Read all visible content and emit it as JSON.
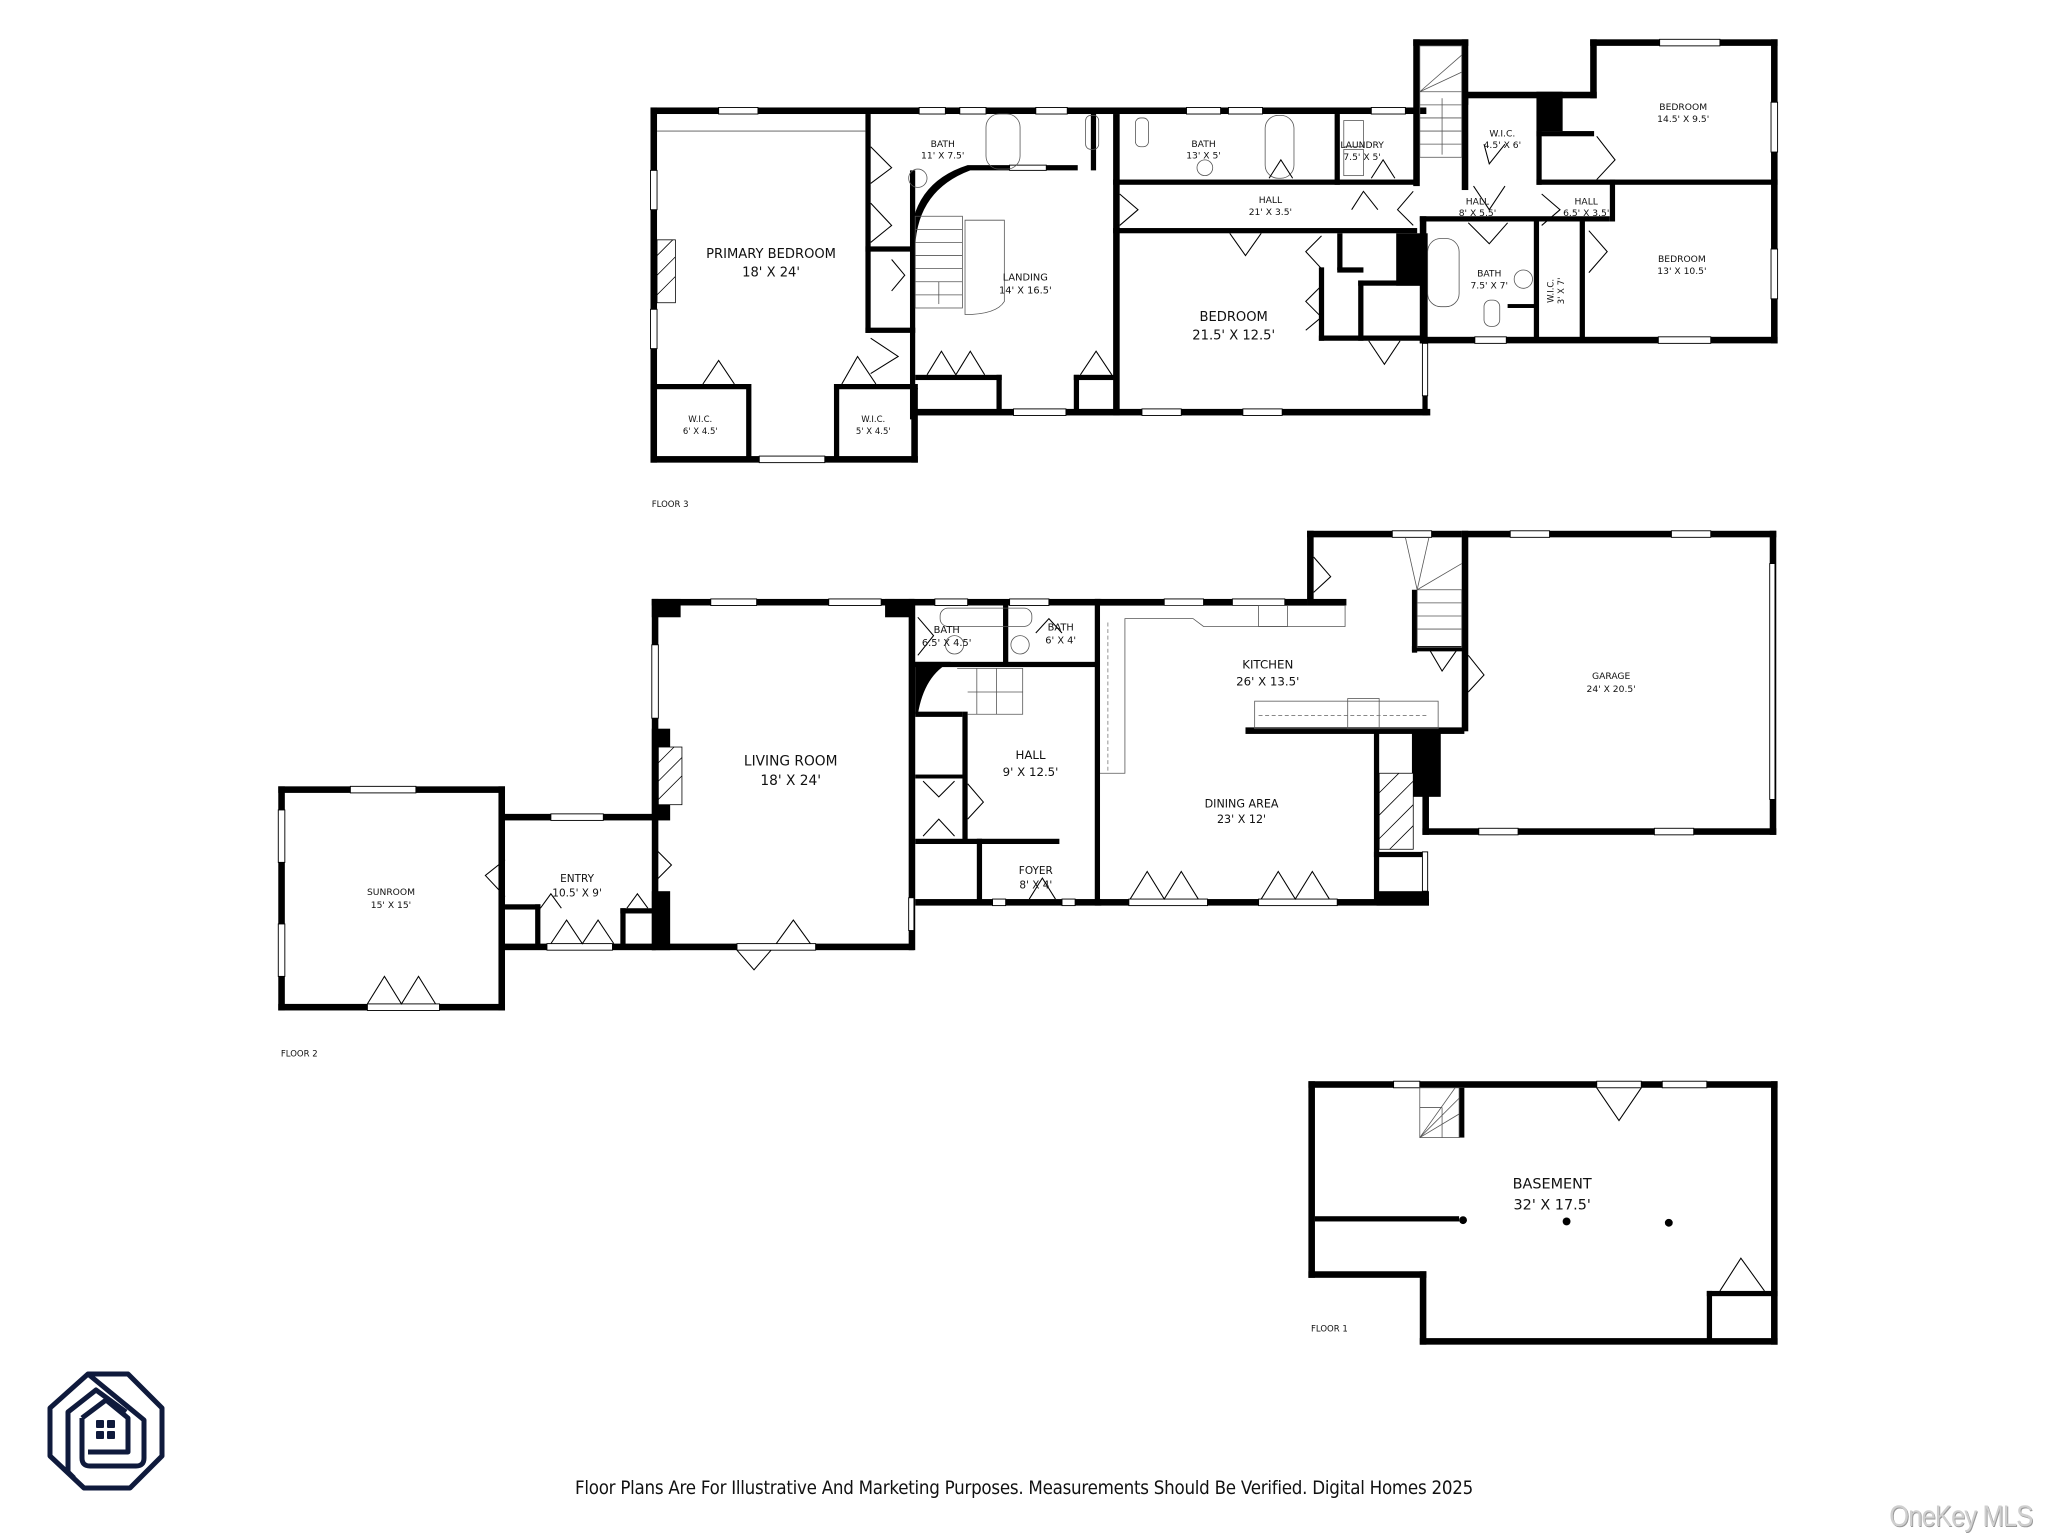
{
  "document": {
    "type": "floor-plan",
    "brand_color": "#0f1a3c"
  },
  "floors": [
    {
      "id": "floor-3",
      "label": "FLOOR 3",
      "rooms": [
        {
          "name": "PRIMARY BEDROOM",
          "size": "18' X 24'"
        },
        {
          "name": "BATH",
          "size": "11' X 7.5'"
        },
        {
          "name": "LANDING",
          "size": "14' X 16.5'"
        },
        {
          "name": "BATH",
          "size": "13' X 5'"
        },
        {
          "name": "LAUNDRY",
          "size": "7.5' X 5'"
        },
        {
          "name": "HALL",
          "size": "21' X 3.5'"
        },
        {
          "name": "BEDROOM",
          "size": "21.5' X 12.5'"
        },
        {
          "name": "W.I.C.",
          "size": "4.5' X 6'"
        },
        {
          "name": "HALL",
          "size": "8' X 5.5'"
        },
        {
          "name": "HALL",
          "size": "6.5' X 3.5'"
        },
        {
          "name": "BEDROOM",
          "size": "14.5' X 9.5'"
        },
        {
          "name": "BATH",
          "size": "7.5' X 7'"
        },
        {
          "name": "W.I.C.",
          "size": "3' X 7'"
        },
        {
          "name": "BEDROOM",
          "size": "13' X 10.5'"
        },
        {
          "name": "W.I.C.",
          "size": "6' X 4.5'"
        },
        {
          "name": "W.I.C.",
          "size": "5' X 4.5'"
        }
      ]
    },
    {
      "id": "floor-2",
      "label": "FLOOR 2",
      "rooms": [
        {
          "name": "SUNROOM",
          "size": "15' X 15'"
        },
        {
          "name": "ENTRY",
          "size": "10.5' X 9'"
        },
        {
          "name": "LIVING ROOM",
          "size": "18' X 24'"
        },
        {
          "name": "BATH",
          "size": "6.5' X 4.5'"
        },
        {
          "name": "BATH",
          "size": "6' X 4'"
        },
        {
          "name": "HALL",
          "size": "9' X 12.5'"
        },
        {
          "name": "FOYER",
          "size": "8' X 4'"
        },
        {
          "name": "KITCHEN",
          "size": "26' X 13.5'"
        },
        {
          "name": "DINING AREA",
          "size": "23' X 12'"
        },
        {
          "name": "GARAGE",
          "size": "24' X 20.5'"
        }
      ]
    },
    {
      "id": "floor-1",
      "label": "FLOOR 1",
      "rooms": [
        {
          "name": "BASEMENT",
          "size": "32' X 17.5'"
        }
      ]
    }
  ],
  "footer": {
    "disclaimer": "Floor Plans Are For Illustrative And Marketing Purposes. Measurements Should Be Verified. Digital Homes 2025",
    "watermark": "OneKey MLS",
    "logo_icon": "house-octagon-logo"
  }
}
